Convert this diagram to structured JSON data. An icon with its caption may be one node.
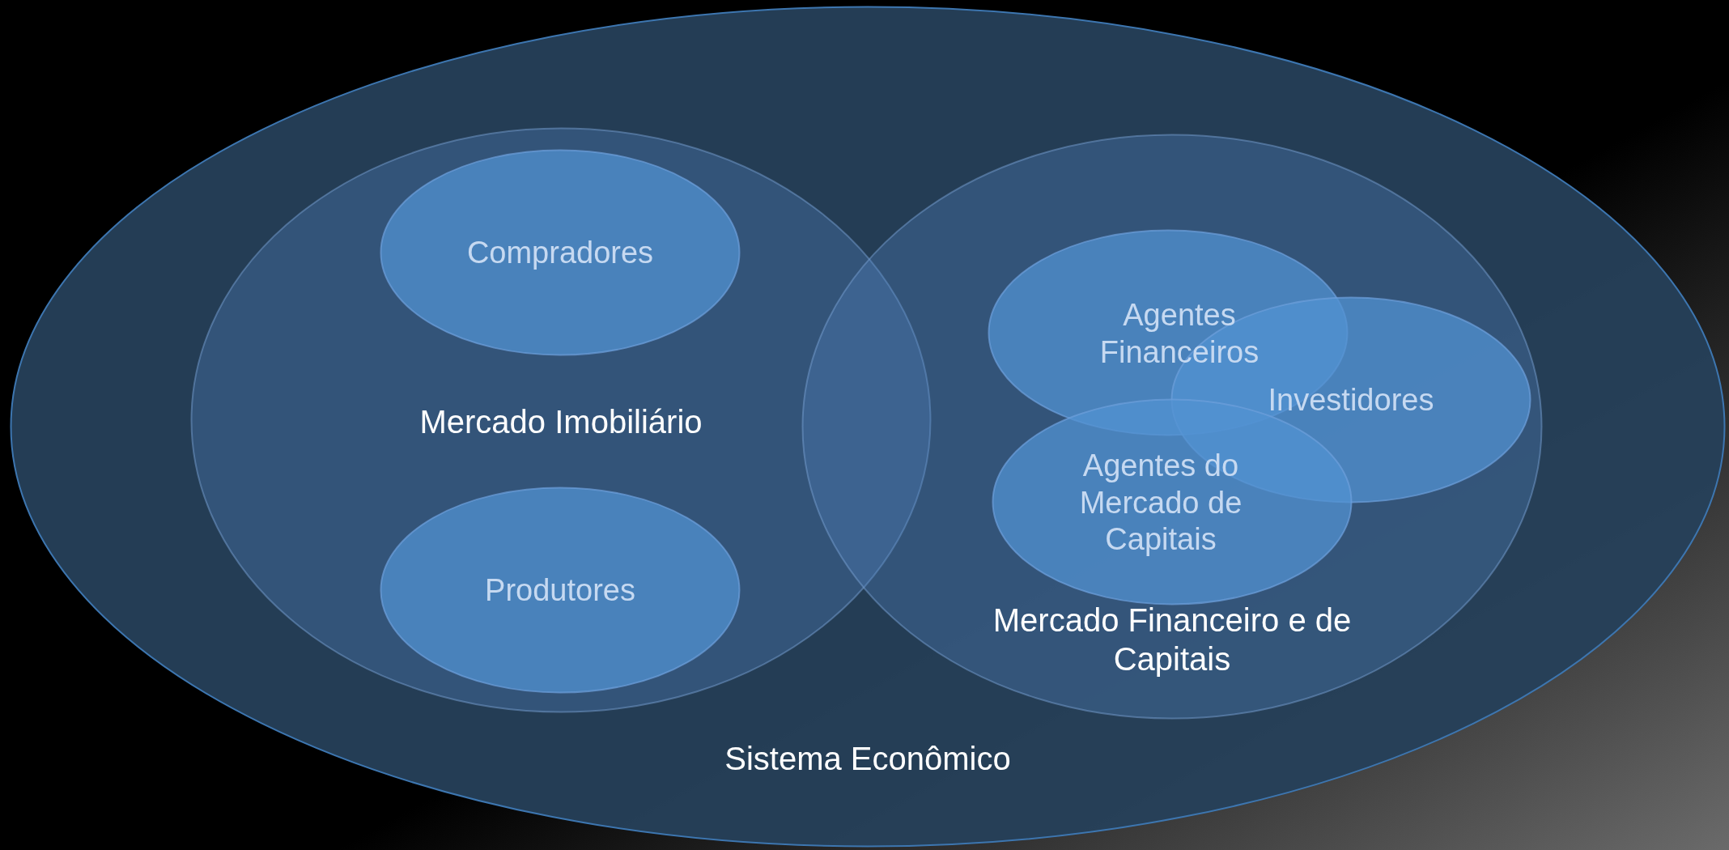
{
  "diagram": {
    "nodes": [
      {
        "text": [
          "Sistema Econômico"
        ]
      },
      {
        "text": [
          "Mercado Imobiliário"
        ],
        "in": 0
      },
      {
        "text": [
          "Mercado Financeiro e de Capitais"
        ],
        "in": 0
      },
      {
        "text": [
          "Compradores"
        ],
        "in": 1
      },
      {
        "text": [
          "Produtores"
        ],
        "in": 1
      },
      {
        "text": [
          "Agentes Financeiros"
        ],
        "in": 2
      },
      {
        "text": [
          "Investidores"
        ],
        "in": 2
      },
      {
        "text": [
          "Agentes do Mercado de Capitais"
        ],
        "in": 2
      }
    ]
  }
}
